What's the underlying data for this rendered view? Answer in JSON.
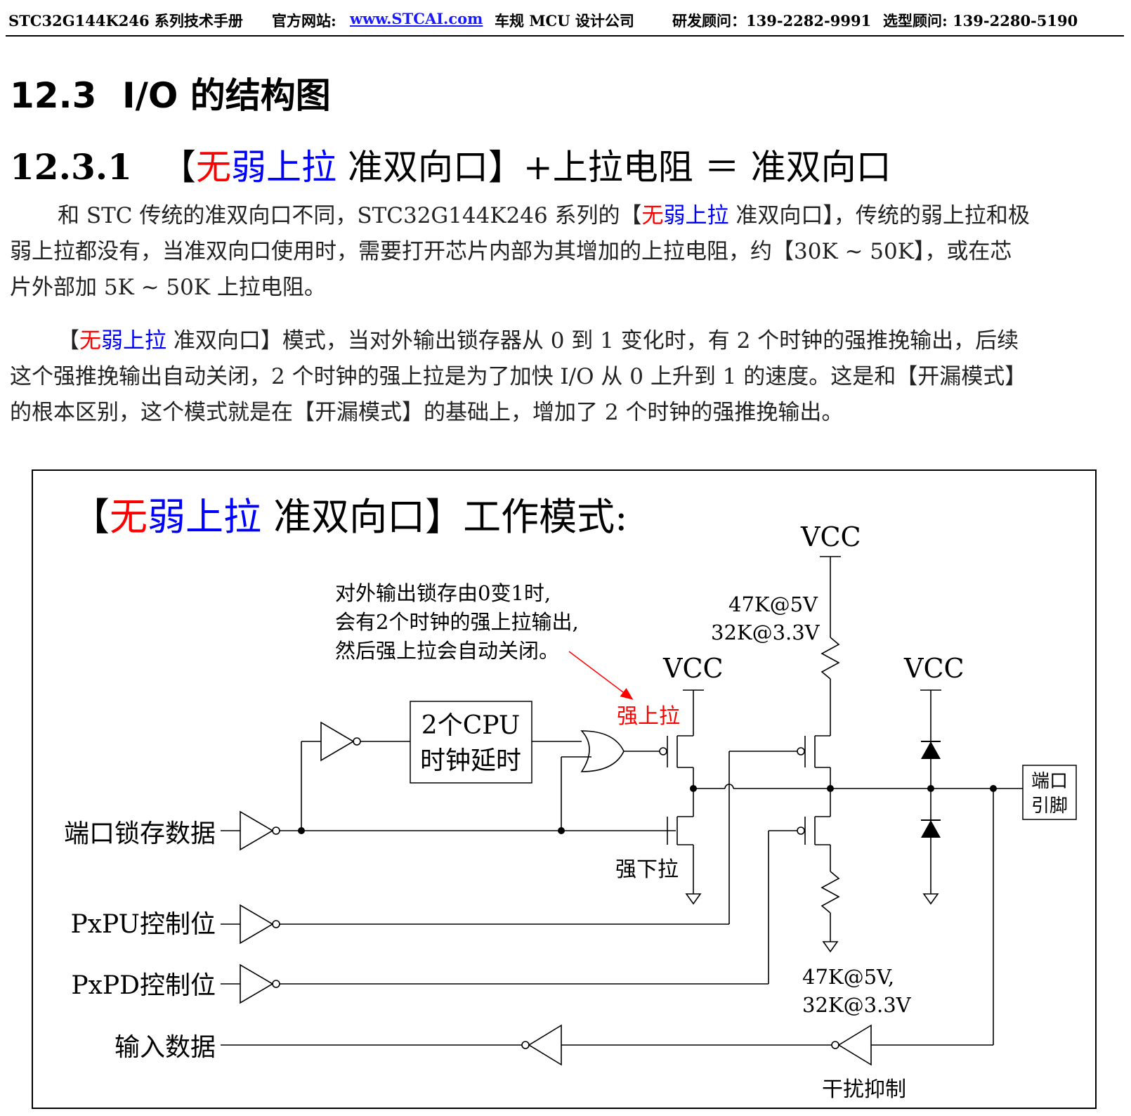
{
  "header": {
    "manual": "STC32G144K246 系列技术手册",
    "site_label": "官方网站:",
    "site_link": "www.STCAI.com",
    "company": "车规 MCU 设计公司",
    "rd_consultant": "研发顾问：139-2282-9991",
    "selection_consultant": "选型顾问: 139-2280-5190"
  },
  "section": {
    "number": "12.3",
    "title": "I/O 的结构图"
  },
  "subsection": {
    "number": "12.3.1",
    "bracket_open": "【",
    "wu": "无",
    "ruo_shang_la": "弱上拉",
    "rest": " 准双向口】+上拉电阻 ＝ 准双向口"
  },
  "paragraph1": {
    "lines": [
      [
        {
          "text": "和 STC 传统的准双向口不同，STC32G144K246 系列的【",
          "color": ""
        },
        {
          "text": "无",
          "color": "red"
        },
        {
          "text": "弱上拉",
          "color": "blue"
        },
        {
          "text": " 准双向口】，传统的弱上拉和极",
          "color": ""
        }
      ],
      [
        {
          "text": "弱上拉都没有，当准双向口使用时，需要打开芯片内部为其增加的上拉电阻，约【30K ~ 50K】，或在芯",
          "color": ""
        }
      ],
      [
        {
          "text": "片外部加  5K ~ 50K 上拉电阻。",
          "color": ""
        }
      ]
    ]
  },
  "paragraph2": {
    "lines": [
      [
        {
          "text": "【",
          "color": ""
        },
        {
          "text": "无",
          "color": "red"
        },
        {
          "text": "弱上拉",
          "color": "blue"
        },
        {
          "text": " 准双向口】模式，当对外输出锁存器从 0 到 1 变化时，有 2 个时钟的强推挽输出，后续",
          "color": ""
        }
      ],
      [
        {
          "text": "这个强推挽输出自动关闭，2 个时钟的强上拉是为了加快 I/O 从 0 上升到 1 的速度。这是和【开漏模式】",
          "color": ""
        }
      ],
      [
        {
          "text": "的根本区别，这个模式就是在【开漏模式】的基础上，增加了  2 个时钟的强推挽输出。",
          "color": ""
        }
      ]
    ]
  },
  "diagram": {
    "title_open": "【",
    "title_wu": "无",
    "title_ruo": "弱上拉",
    "title_rest": " 准双向口】工作模式:",
    "vcc": "VCC",
    "note_lines": [
      "对外输出锁存由0变1时,",
      "会有2个时钟的强上拉输出,",
      "然后强上拉会自动关闭。"
    ],
    "strong_pullup": "强上拉",
    "strong_pulldown": "强下拉",
    "delay_box": [
      "2个CPU",
      "时钟延时"
    ],
    "pullup_res": [
      "47K@5V",
      "32K@3.3V"
    ],
    "pulldown_res": [
      "47K@5V,",
      "32K@3.3V"
    ],
    "port_pin": [
      "端口",
      "引脚"
    ],
    "latch_data": "端口锁存数据",
    "pxpu": "PxPU控制位",
    "pxpd": "PxPD控制位",
    "input_data": "输入数据",
    "noise_suppress": "干扰抑制",
    "colors": {
      "red": "#ff0000",
      "blue": "#0000ff"
    }
  }
}
